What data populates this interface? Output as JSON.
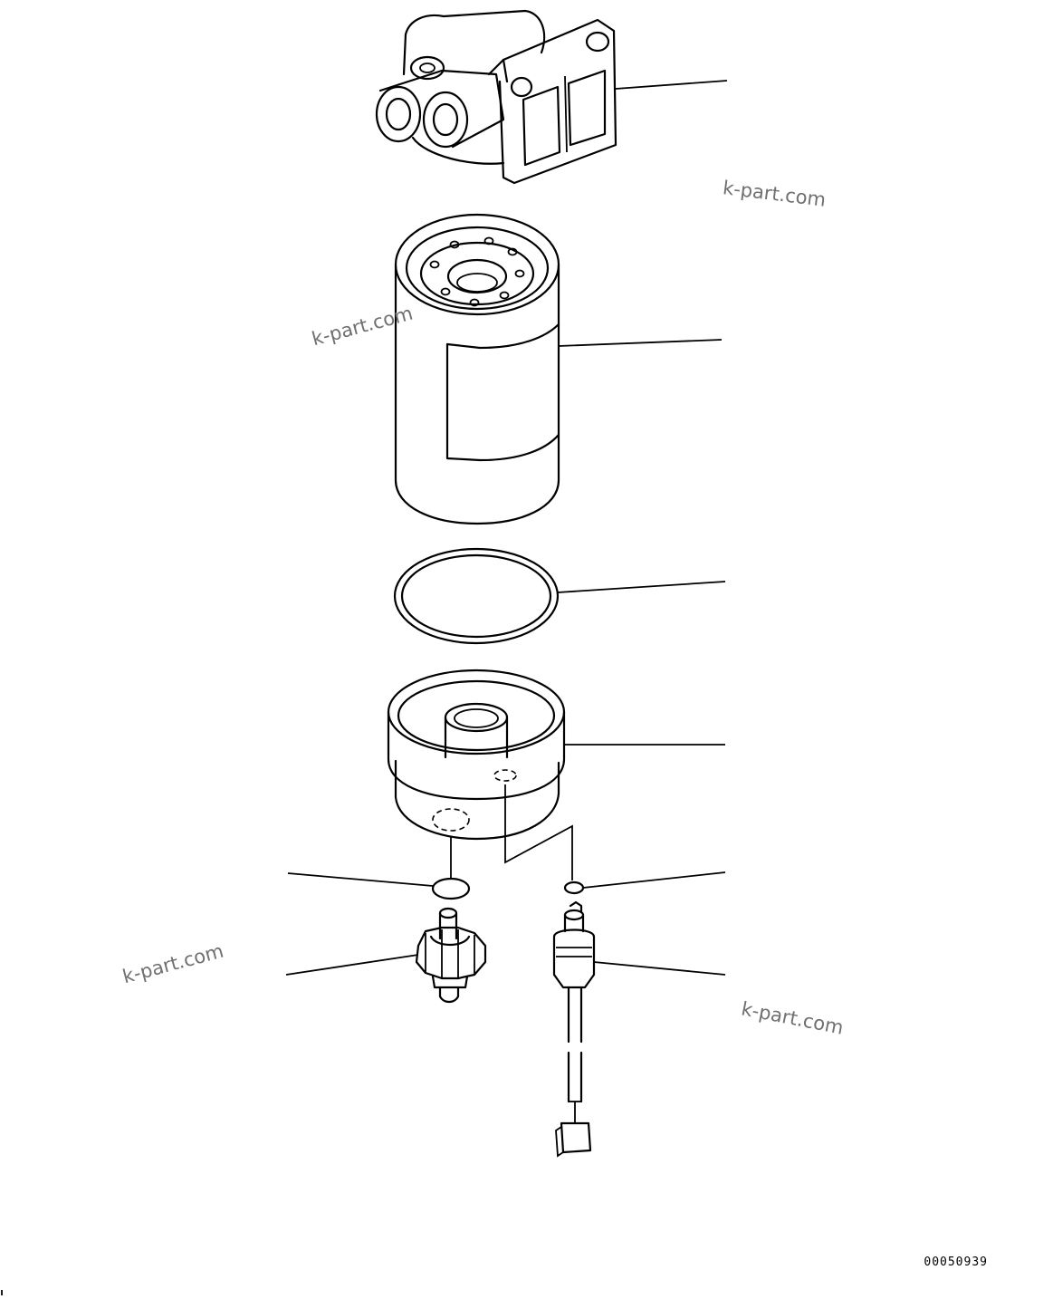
{
  "watermarks": [
    "k-part.com",
    "k-part.com",
    "k-part.com",
    "k-part.com"
  ],
  "drawing_number": "00050939"
}
